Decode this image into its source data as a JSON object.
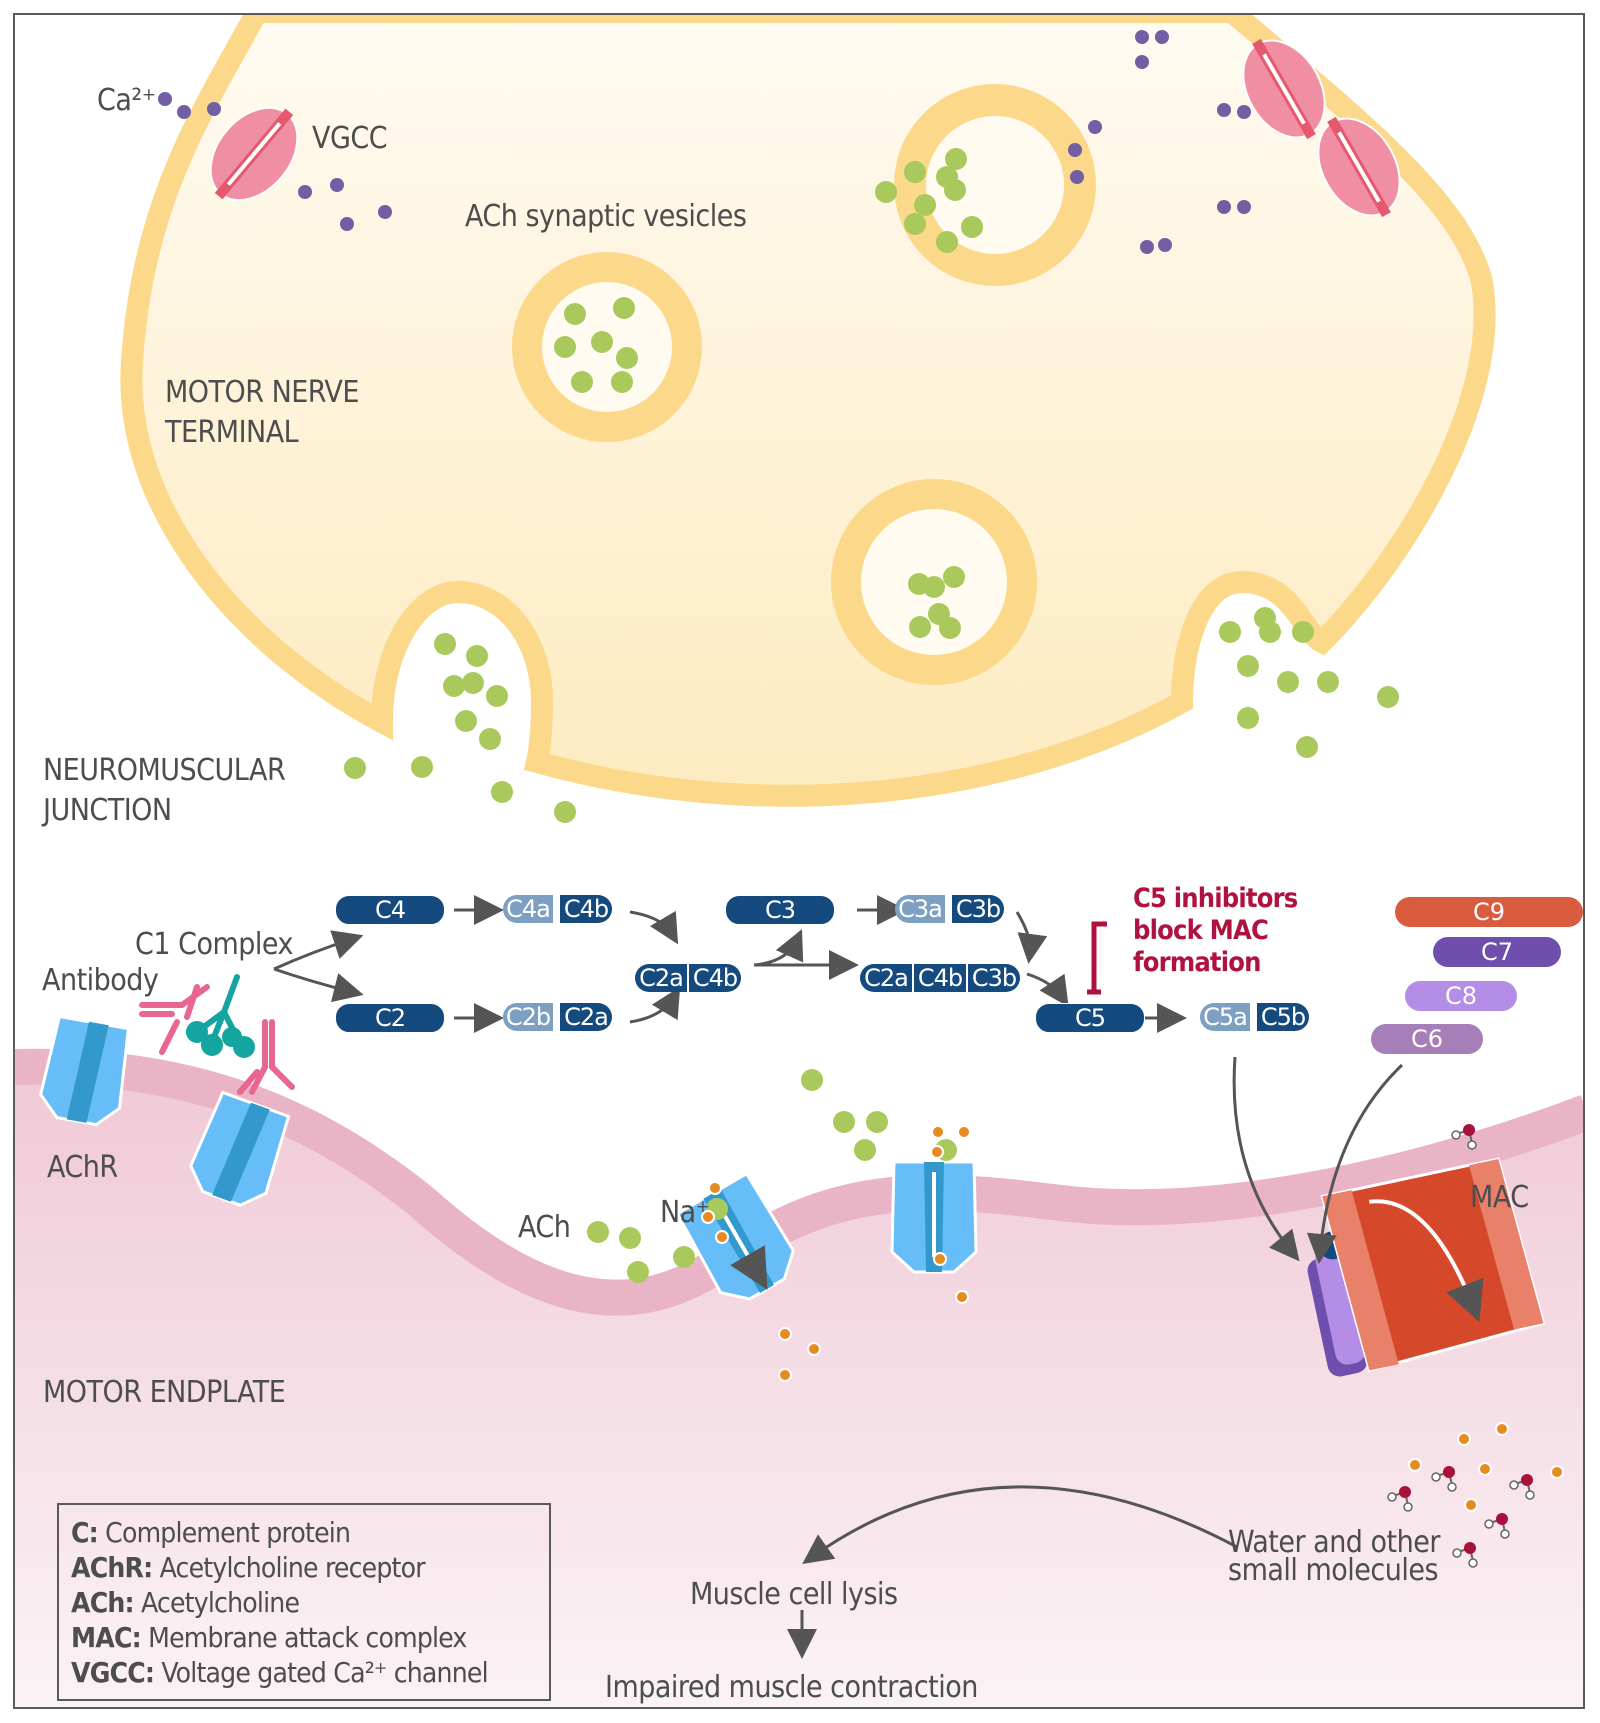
{
  "labels": {
    "ca2": "Ca²⁺",
    "vgcc": "VGCC",
    "vesicles": "ACh synaptic vesicles",
    "motor_nerve_terminal_1": "MOTOR NERVE",
    "motor_nerve_terminal_2": "TERMINAL",
    "nmj_1": "NEUROMUSCULAR",
    "nmj_2": "JUNCTION",
    "c1_complex": "C1 Complex",
    "antibody": "Antibody",
    "achr": "AChR",
    "ach": "ACh",
    "na": "Na⁺",
    "mac": "MAC",
    "motor_endplate": "MOTOR ENDPLATE",
    "water_1": "Water and other",
    "water_2": "small molecules",
    "lysis": "Muscle cell lysis",
    "impaired": "Impaired muscle contraction"
  },
  "cascade": {
    "c4": "C4",
    "c4a": "C4a",
    "c4b": "C4b",
    "c2": "C2",
    "c2b": "C2b",
    "c2a": "C2a",
    "c2a_c4b": [
      "C2a",
      "C4b"
    ],
    "c3": "C3",
    "c3a": "C3a",
    "c3b": "C3b",
    "c2a_c4b_c3b": [
      "C2a",
      "C4b",
      "C3b"
    ],
    "c5": "C5",
    "c5a": "C5a",
    "c5b": "C5b"
  },
  "inhibitor": {
    "line1": "C5 inhibitors",
    "line2": "block MAC",
    "line3": "formation",
    "color": "#b0123f"
  },
  "mac_components": [
    {
      "label": "C9",
      "color": "#d95c3f"
    },
    {
      "label": "C7",
      "color": "#6e4fad"
    },
    {
      "label": "C8",
      "color": "#b48de6"
    },
    {
      "label": "C6",
      "color": "#a77fb8"
    }
  ],
  "legend": [
    {
      "key": "C:",
      "value": " Complement protein"
    },
    {
      "key": "AChR:",
      "value": " Acetylcholine receptor"
    },
    {
      "key": "ACh:",
      "value": " Acetylcholine"
    },
    {
      "key": "MAC:",
      "value": " Membrane attack complex"
    },
    {
      "key": "VGCC:",
      "value": " Voltage gated Ca²⁺ channel"
    }
  ],
  "colors": {
    "nerve_membrane": "#fbd88a",
    "nerve_fill": "#fdf1d2",
    "ach_dot": "#a9c95c",
    "ca_dot": "#725ea2",
    "na_dot": "#e68a22",
    "vgcc": "#f08fa3",
    "achr": "#66bdf7",
    "achr_dark": "#3399cc",
    "antibody": "#e86690",
    "c1": "#14a5a0",
    "endplate_membrane": "#e9b4c6",
    "endplate_fill": "#f2d6df",
    "complement_dark": "#154a7e",
    "complement_light": "#7d9fc1"
  }
}
